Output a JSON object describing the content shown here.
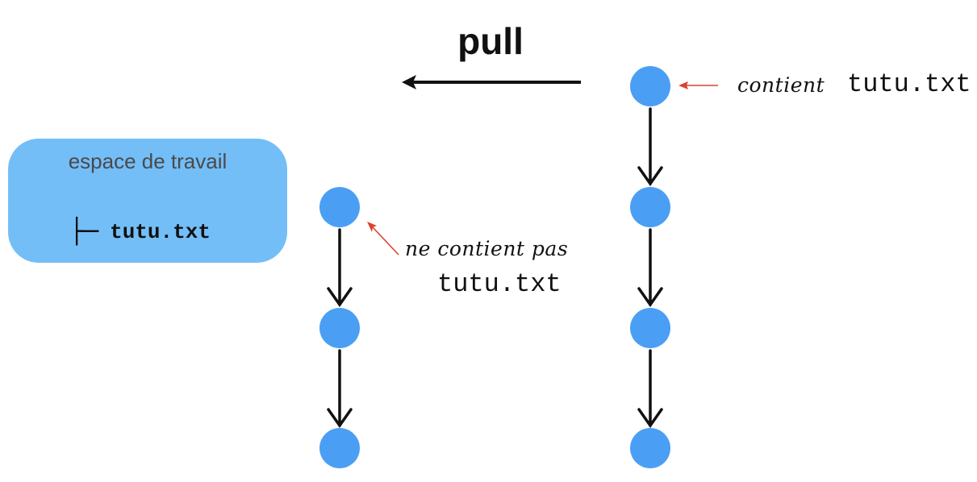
{
  "title": "pull",
  "workspace": {
    "title": "espace de travail",
    "file": "tutu.txt",
    "tree_glyph": "├─"
  },
  "remote_note": {
    "text": "contient",
    "file": "tutu.txt"
  },
  "local_note": {
    "text": "ne contient pas",
    "file": "tutu.txt"
  },
  "local_branch": {
    "commit_count": 3
  },
  "remote_branch": {
    "commit_count": 4
  },
  "colors": {
    "commit": "#4a9ff4",
    "workspace": "#74bef8",
    "annotation_arrow": "#d9432f",
    "arrow": "#111111"
  }
}
